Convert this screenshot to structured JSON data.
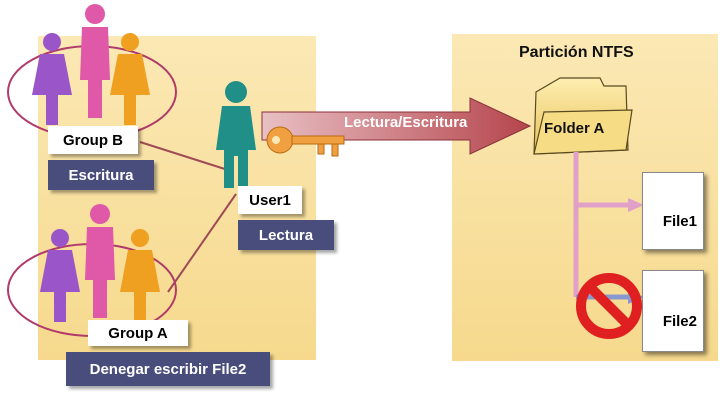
{
  "ntfs": {
    "title": "Partición NTFS",
    "folder_label": "Folder A",
    "file1_label": "File1",
    "file2_label": "File2"
  },
  "groups": {
    "group_b": {
      "name": "Group B",
      "permission": "Escritura"
    },
    "group_a": {
      "name": "Group A",
      "permission": "Denegar escribir File2"
    }
  },
  "user": {
    "name": "User1",
    "permission": "Lectura"
  },
  "arrow_label": "Lectura/Escritura",
  "colors": {
    "panel": "#f6d98d",
    "permission_box": "#484d7c",
    "arrow": "#b5454c",
    "connector": "#a04a56",
    "user_figure": "#1f8f88",
    "key": "#f0a040",
    "deny_symbol": "#e02020",
    "folder": "#f3d271"
  },
  "icons": [
    "people-group-icon",
    "user-icon",
    "key-icon",
    "folder-icon",
    "document-icon",
    "deny-icon"
  ]
}
